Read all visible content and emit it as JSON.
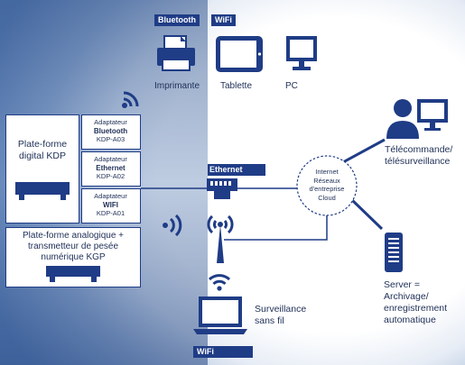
{
  "top_tags": {
    "bluetooth": "Bluetooth",
    "wifi": "WiFi"
  },
  "devices": [
    {
      "icon": "printer-icon",
      "label": "Imprimante"
    },
    {
      "icon": "tablet-icon",
      "label": "Tablette"
    },
    {
      "icon": "pc-icon",
      "label": "PC"
    }
  ],
  "digital_platform": {
    "title": "Plate-forme digital KDP"
  },
  "adapters": [
    {
      "word": "Adaptateur",
      "type": "Bluetooth",
      "model": "KDP-A03"
    },
    {
      "word": "Adaptateur",
      "type": "Ethernet",
      "model": "KDP-A02"
    },
    {
      "word": "Adaptateur",
      "type": "WIFI",
      "model": "KDP-A01"
    }
  ],
  "analog_platform": {
    "title": "Plate-forme analogique + transmetteur de pesée numérique KGP"
  },
  "ethernet_tag": "Ethernet",
  "cloud": {
    "l1": "Internet",
    "l2": "Réseaux",
    "l3": "d'entreprise",
    "l4": "Cloud"
  },
  "remote": {
    "l1": "Télécommande/",
    "l2": "télésurveillance"
  },
  "server": {
    "l1": "Server =",
    "l2": "Archivage/",
    "l3": "enregistrement",
    "l4": "automatique"
  },
  "wireless": {
    "l1": "Surveillance",
    "l2": "sans fil",
    "tag": "WiFi"
  },
  "colors": {
    "brand_navy": "#1f3c86",
    "text": "#1f2f57"
  }
}
